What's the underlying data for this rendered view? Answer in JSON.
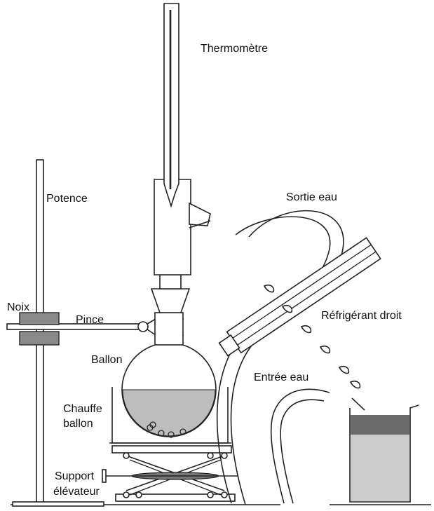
{
  "labels": {
    "thermometre": "Thermomètre",
    "potence": "Potence",
    "sortie_eau": "Sortie eau",
    "noix": "Noix",
    "pince": "Pince",
    "refrigerant": "Réfrigérant droit",
    "ballon": "Ballon",
    "entree_eau": "Entrée eau",
    "chauffe_1": "Chauffe",
    "chauffe_2": "ballon",
    "support_1": "Support",
    "support_2": "élévateur"
  },
  "colors": {
    "liquid_flask": "#bdbdbd",
    "liquid_beaker": "#cccccc",
    "distillate_top": "#6b6b6b",
    "clamp_block": "#8a8a8a",
    "outline": "#222222"
  }
}
